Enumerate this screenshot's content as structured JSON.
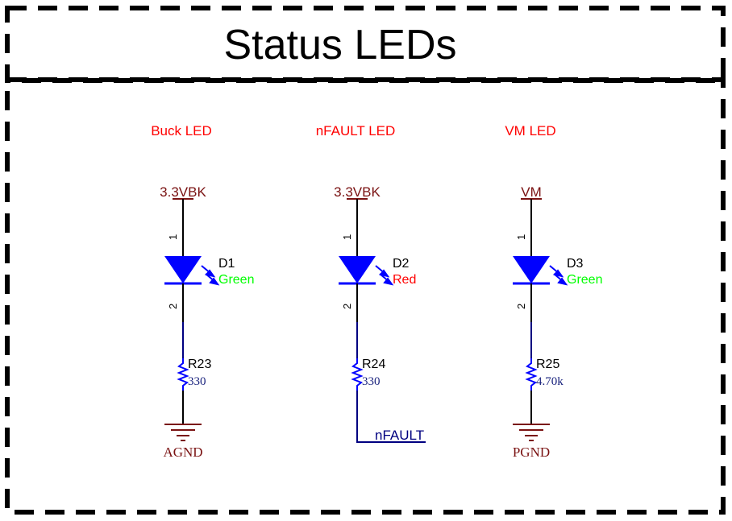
{
  "title": "Status LEDs",
  "colors": {
    "border": "#000000",
    "section_label": "#ff0000",
    "power_net": "#7a1212",
    "wire": "#000080",
    "led_body": "#0000ff",
    "led_green": "#00ff00",
    "led_red": "#ff0000",
    "resistor_value": "#1a237e"
  },
  "circuits": [
    {
      "section": "Buck LED",
      "supply": "3.3VBK",
      "led": {
        "ref": "D1",
        "color_label": "Green",
        "pin1": "1",
        "pin2": "2"
      },
      "resistor": {
        "ref": "R23",
        "value": "330"
      },
      "ground": "AGND"
    },
    {
      "section": "nFAULT LED",
      "supply": "3.3VBK",
      "led": {
        "ref": "D2",
        "color_label": "Red",
        "pin1": "1",
        "pin2": "2"
      },
      "resistor": {
        "ref": "R24",
        "value": "330"
      },
      "net": "nFAULT"
    },
    {
      "section": "VM LED",
      "supply": "VM",
      "led": {
        "ref": "D3",
        "color_label": "Green",
        "pin1": "1",
        "pin2": "2"
      },
      "resistor": {
        "ref": "R25",
        "value": "4.70k"
      },
      "ground": "PGND"
    }
  ]
}
